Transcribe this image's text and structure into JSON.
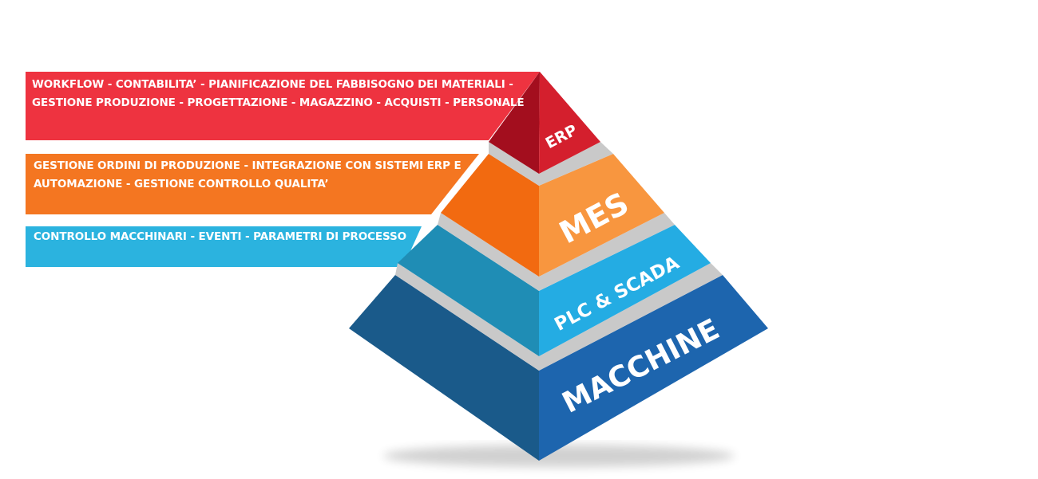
{
  "bands": [
    {
      "id": "erp",
      "lines": [
        "WORKFLOW - CONTABILITA’ - PIANIFICAZIONE DEL FABBISOGNO DEI MATERIALI -",
        "GESTIONE PRODUZIONE - PROGETTAZIONE - MAGAZZINO - ACQUISTI - PERSONALE"
      ],
      "color": "#EE3340"
    },
    {
      "id": "mes",
      "lines": [
        "GESTIONE ORDINI DI PRODUZIONE - INTEGRAZIONE CON SISTEMI ERP E",
        "AUTOMAZIONE - GESTIONE CONTROLLO QUALITA’"
      ],
      "color": "#F47621"
    },
    {
      "id": "plc",
      "lines": [
        "CONTROLLO MACCHINARI - EVENTI - PARAMETRI DI PROCESSO"
      ],
      "color": "#2BB3DF"
    }
  ],
  "pyramid": {
    "levels": [
      {
        "label": "ERP",
        "front": "#D41F2D",
        "side": "#A30E1E"
      },
      {
        "label": "MES",
        "front": "#F8963F",
        "side": "#F26A10"
      },
      {
        "label": "PLC & SCADA",
        "front": "#24ACE3",
        "side": "#1F8DB5"
      },
      {
        "label": "MACCHINE",
        "front": "#1D65AE",
        "side": "#1A5A8A"
      }
    ],
    "separator_color": "#C9C9C9"
  }
}
